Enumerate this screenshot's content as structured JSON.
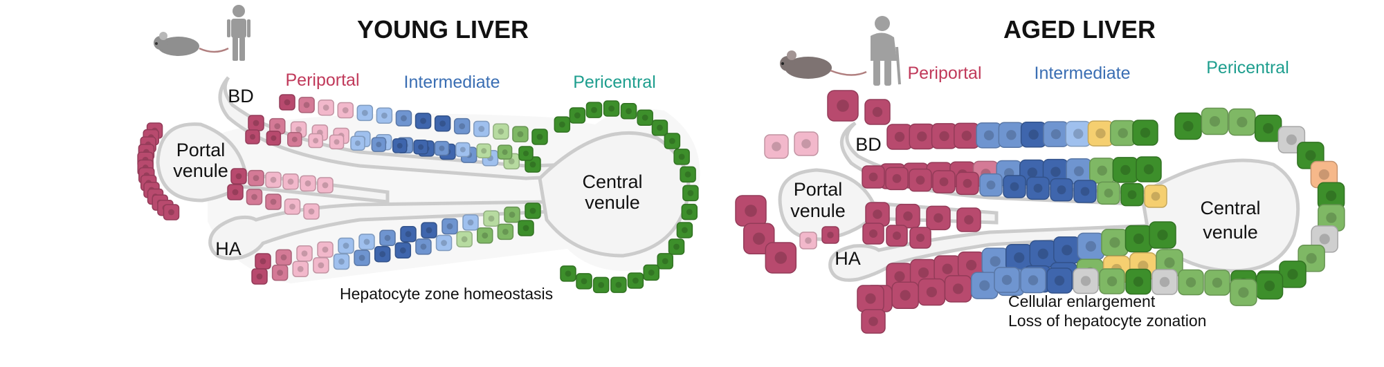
{
  "colors": {
    "periportal": "#c0395a",
    "intermediate": "#3a6eb3",
    "pericentral": "#1e9e8e",
    "cell_periportal_dark": "#b84a6e",
    "cell_periportal_light": "#f2b8cb",
    "cell_intermediate_light": "#9fc0ee",
    "cell_intermediate_dark": "#3f66ad",
    "cell_pericentral_light": "#b7dba0",
    "cell_pericentral_dark": "#3d8f2b",
    "cell_enlarged_yellow": "#f5cf70",
    "cell_enlarged_orange": "#f6b88a",
    "cell_grey": "#cfcfcf",
    "vessel_fill": "#f4f4f4",
    "vessel_stroke": "#cccccc"
  },
  "panels": [
    {
      "id": "young",
      "title": "YOUNG LIVER",
      "icons": [
        "mouse-icon",
        "human-icon"
      ],
      "zones": [
        "Periportal",
        "Intermediate",
        "Pericentral"
      ],
      "structures": {
        "bile_duct": "BD",
        "portal_venule": [
          "Portal",
          "venule"
        ],
        "hepatic_artery": "HA",
        "central_venule": [
          "Central",
          "venule"
        ]
      },
      "caption": [
        "Hepatocyte zone homeostasis"
      ]
    },
    {
      "id": "aged",
      "title": "AGED LIVER",
      "icons": [
        "mouse-icon",
        "elderly-human-icon"
      ],
      "zones": [
        "Periportal",
        "Intermediate",
        "Pericentral"
      ],
      "structures": {
        "bile_duct": "BD",
        "portal_venule": [
          "Portal",
          "venule"
        ],
        "hepatic_artery": "HA",
        "central_venule": [
          "Central",
          "venule"
        ]
      },
      "caption": [
        "Cellular enlargement",
        "Loss of hepatocyte zonation"
      ]
    }
  ]
}
